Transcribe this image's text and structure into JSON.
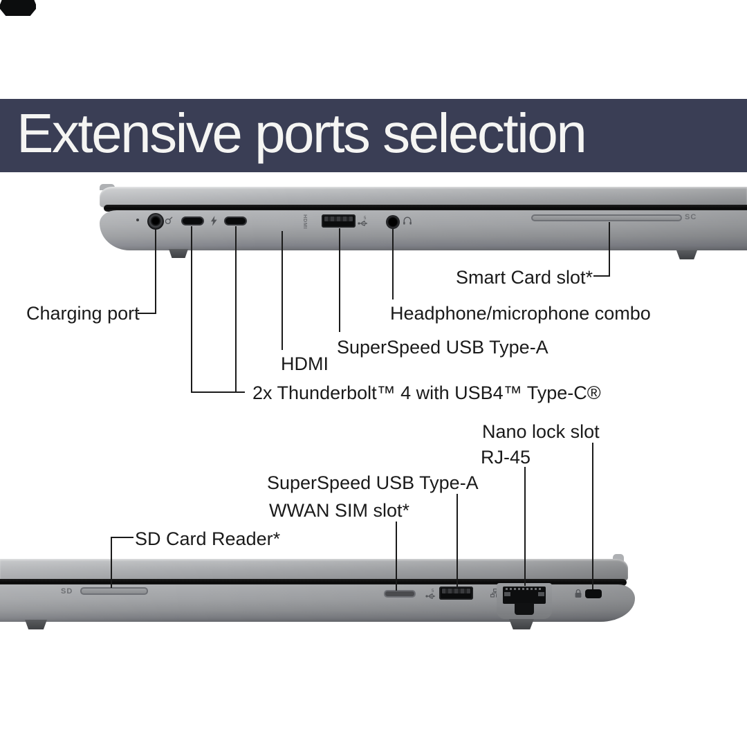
{
  "banner": {
    "title": "Extensive ports selection",
    "bg_color": "#3a3e55",
    "text_color": "#f5f5f3"
  },
  "colors": {
    "label_text": "#1a1a1a",
    "leader_line": "#1a1a1a",
    "laptop_body_gray": "#a6a8ab",
    "port_dark": "#0d0e0f",
    "engraving_gray": "#6d6f73"
  },
  "top_view": {
    "description": "laptop left side, lid closed",
    "labels": {
      "charging_port": "Charging port",
      "thunderbolt": "2x Thunderbolt™ 4 with USB4™ Type-C®",
      "hdmi": "HDMI",
      "usb_a": "SuperSpeed USB Type-A",
      "headphone": "Headphone/microphone combo",
      "smart_card": "Smart Card slot*"
    },
    "engravings": {
      "smart_card": "SC",
      "hdmi_port": "HDMI"
    }
  },
  "bottom_view": {
    "description": "laptop right side, lid closed",
    "labels": {
      "sd_card": "SD Card Reader*",
      "wwan_sim": "WWAN SIM slot*",
      "usb_a": "SuperSpeed USB Type-A",
      "rj45": "RJ-45",
      "nano_lock": "Nano lock slot"
    },
    "engravings": {
      "sd": "SD"
    }
  },
  "icons": {
    "thunderbolt_icon": "lightning-bolt",
    "charging_icon": "power-plug-circle",
    "usb_speed_icon": "usb-5gbps-trident",
    "headphone_icon": "headset",
    "ethernet_icon": "network-nodes",
    "lock_icon": "padlock"
  }
}
